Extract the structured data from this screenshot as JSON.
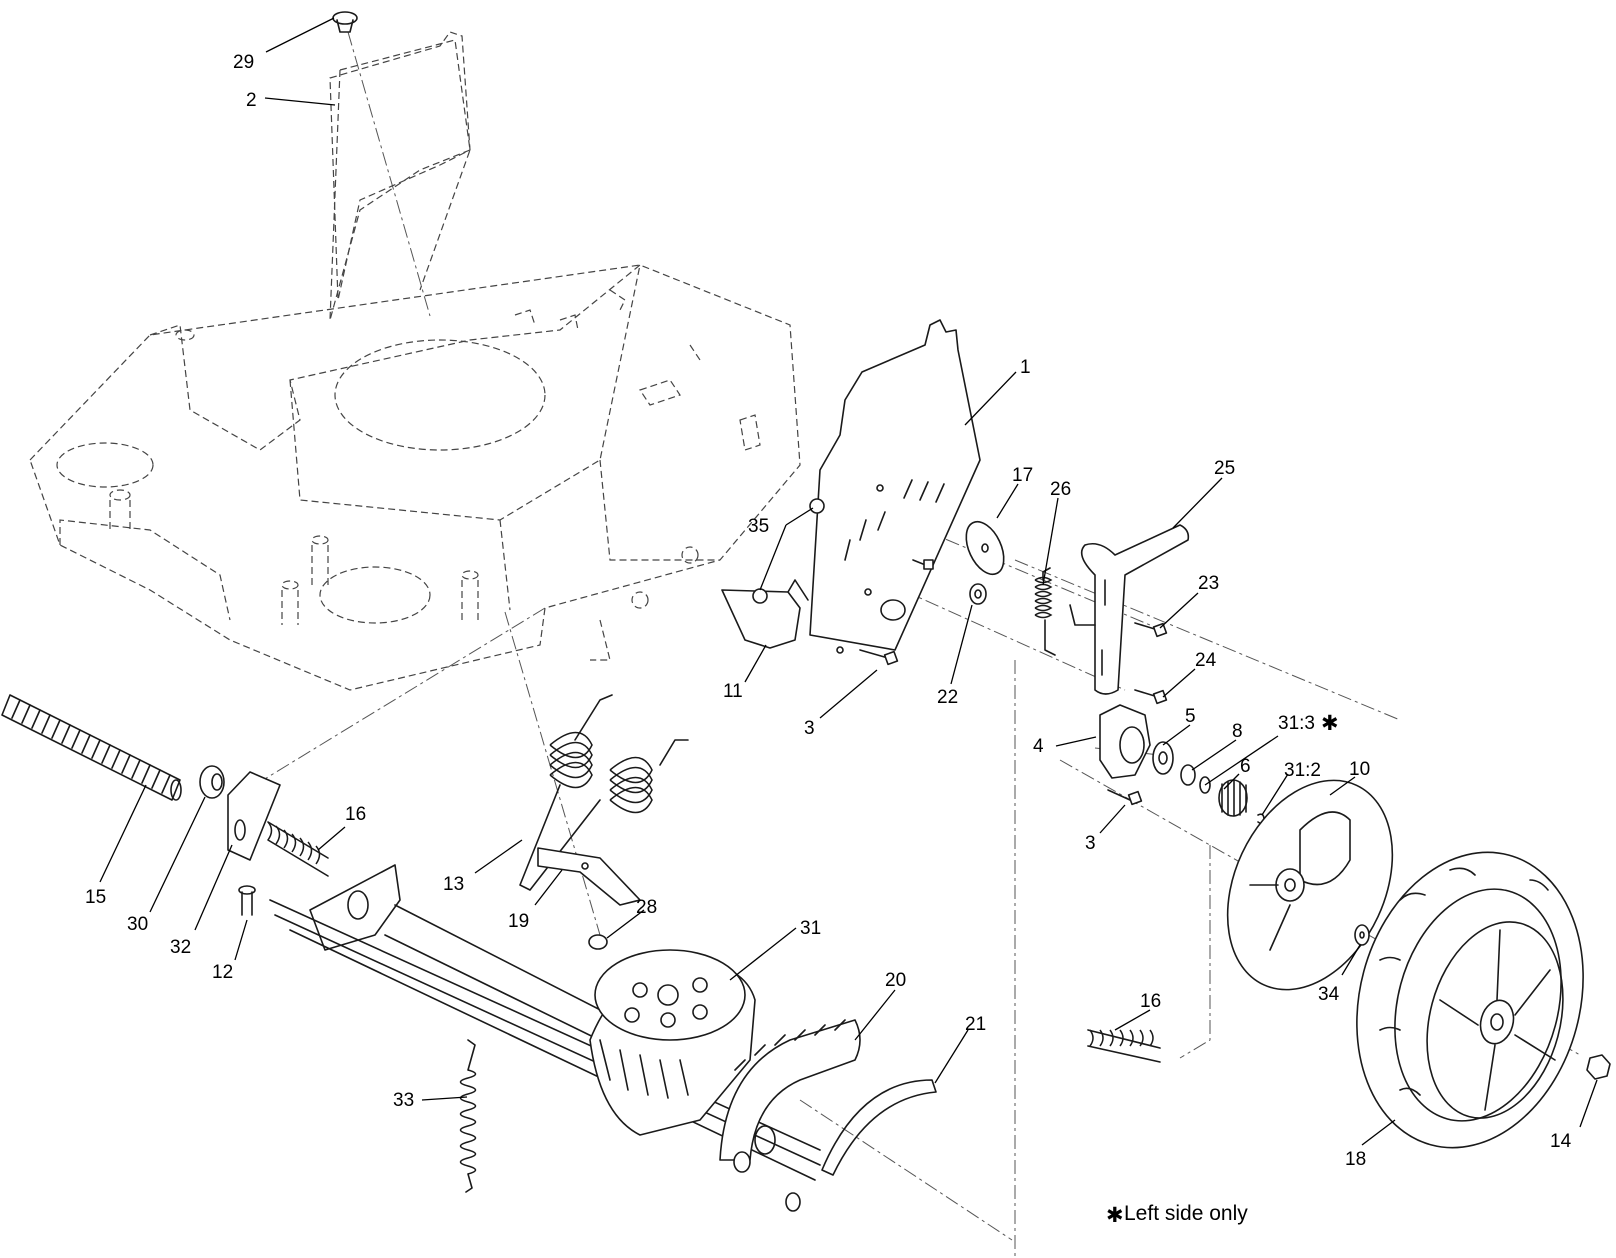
{
  "callouts": [
    {
      "num": "29",
      "leader": "29"
    },
    {
      "num": "2",
      "leader": "2"
    },
    {
      "num": "1",
      "leader": "1"
    },
    {
      "num": "17",
      "leader": "17"
    },
    {
      "num": "26",
      "leader": "26"
    },
    {
      "num": "25",
      "leader": "25"
    },
    {
      "num": "35",
      "leader": "35"
    },
    {
      "num": "23",
      "leader": "23"
    },
    {
      "num": "11",
      "leader": "11"
    },
    {
      "num": "22",
      "leader": "22"
    },
    {
      "num": "3",
      "leader": "3a"
    },
    {
      "num": "24",
      "leader": "24"
    },
    {
      "num": "5",
      "leader": "5"
    },
    {
      "num": "4",
      "leader": "4"
    },
    {
      "num": "8",
      "leader": "8"
    },
    {
      "num": "31:3",
      "leader": "31-3"
    },
    {
      "num": "6",
      "leader": "6"
    },
    {
      "num": "31:2",
      "leader": "31-2"
    },
    {
      "num": "10",
      "leader": "10"
    },
    {
      "num": "3",
      "leader": "3b"
    },
    {
      "num": "15",
      "leader": "15"
    },
    {
      "num": "16",
      "leader": "16a"
    },
    {
      "num": "30",
      "leader": "30"
    },
    {
      "num": "32",
      "leader": "32"
    },
    {
      "num": "12",
      "leader": "12"
    },
    {
      "num": "13",
      "leader": "13"
    },
    {
      "num": "19",
      "leader": "19"
    },
    {
      "num": "28",
      "leader": "28"
    },
    {
      "num": "31",
      "leader": "31"
    },
    {
      "num": "20",
      "leader": "20"
    },
    {
      "num": "21",
      "leader": "21"
    },
    {
      "num": "34",
      "leader": "34"
    },
    {
      "num": "16",
      "leader": "16b"
    },
    {
      "num": "33",
      "leader": "33"
    },
    {
      "num": "14",
      "leader": "14"
    },
    {
      "num": "18",
      "leader": "18"
    }
  ],
  "note": {
    "symbol": "✱",
    "text": "Left side only",
    "flagged_callout": "31:3"
  }
}
